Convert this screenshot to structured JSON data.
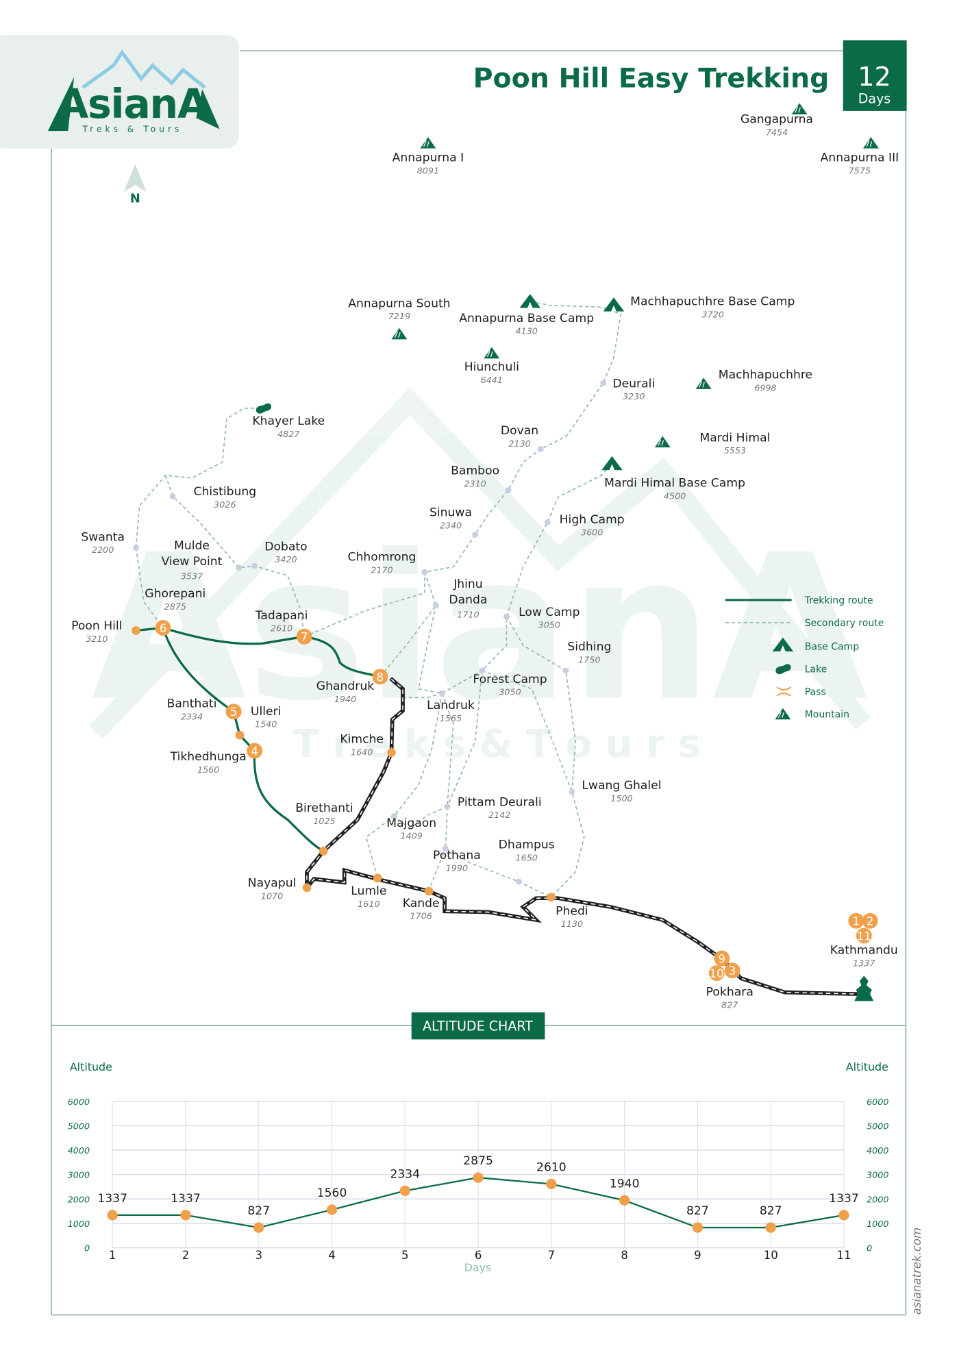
{
  "header": {
    "title": "Poon Hill Easy Trekking",
    "days_number": "12",
    "days_label": "Days"
  },
  "logo": {
    "brand": "AsianA",
    "tagline": "Treks & Tours"
  },
  "compass": {
    "label": "N"
  },
  "watermark": {
    "brand": "AsianA",
    "tagline": "T r e k s   &   T o u r s"
  },
  "colors": {
    "brand_green": "#0b6b46",
    "stop_orange": "#f0a04b",
    "road": "#222222",
    "mountain_blue": "#8ccbe4",
    "frame": "#9fbcb0"
  },
  "places": [
    {
      "name": "Gangapurna",
      "alt": "7454",
      "type": "mountain"
    },
    {
      "name": "Annapurna I",
      "alt": "8091",
      "type": "mountain"
    },
    {
      "name": "Annapurna III",
      "alt": "7575",
      "type": "mountain"
    },
    {
      "name": "Annapurna South",
      "alt": "7219",
      "type": "mountain"
    },
    {
      "name": "Annapurna Base Camp",
      "alt": "4130",
      "type": "basecamp"
    },
    {
      "name": "Machhapuchhre Base Camp",
      "alt": "3720",
      "type": "basecamp"
    },
    {
      "name": "Hiunchuli",
      "alt": "6441",
      "type": "mountain"
    },
    {
      "name": "Deurali",
      "alt": "3230",
      "type": "dot"
    },
    {
      "name": "Machhapuchhre",
      "alt": "6998",
      "type": "mountain"
    },
    {
      "name": "Khayer Lake",
      "alt": "4827",
      "type": "lake"
    },
    {
      "name": "Dovan",
      "alt": "2130",
      "type": "dot"
    },
    {
      "name": "Mardi Himal",
      "alt": "5553",
      "type": "mountain"
    },
    {
      "name": "Bamboo",
      "alt": "2310",
      "type": "dot"
    },
    {
      "name": "Mardi Himal Base Camp",
      "alt": "4500",
      "type": "basecamp"
    },
    {
      "name": "Chistibung",
      "alt": "3026",
      "type": "dot"
    },
    {
      "name": "Sinuwa",
      "alt": "2340",
      "type": "dot"
    },
    {
      "name": "High Camp",
      "alt": "3600",
      "type": "dot"
    },
    {
      "name": "Swanta",
      "alt": "2200",
      "type": "dot"
    },
    {
      "name": "Mulde View Point",
      "alt": "3537",
      "type": "dot"
    },
    {
      "name": "Dobato",
      "alt": "3420",
      "type": "dot"
    },
    {
      "name": "Chhomrong",
      "alt": "2170",
      "type": "dot"
    },
    {
      "name": "Jhinu Danda",
      "alt": "1710",
      "type": "dot"
    },
    {
      "name": "Ghorepani",
      "alt": "2875",
      "type": "stop",
      "day": "6"
    },
    {
      "name": "Low Camp",
      "alt": "3050",
      "type": "dot"
    },
    {
      "name": "Poon Hill",
      "alt": "3210",
      "type": "orange"
    },
    {
      "name": "Tadapani",
      "alt": "2610",
      "type": "stop",
      "day": "7"
    },
    {
      "name": "Sidhing",
      "alt": "1750",
      "type": "dot"
    },
    {
      "name": "Ghandruk",
      "alt": "1940",
      "type": "stop",
      "day": "8"
    },
    {
      "name": "Forest Camp",
      "alt": "3050",
      "type": "dot"
    },
    {
      "name": "Banthati",
      "alt": "2334",
      "type": "stop",
      "day": "5"
    },
    {
      "name": "Landruk",
      "alt": "1565",
      "type": "dot"
    },
    {
      "name": "Ulleri",
      "alt": "1540",
      "type": "orange"
    },
    {
      "name": "Kimche",
      "alt": "1640",
      "type": "orange"
    },
    {
      "name": "Tikhedhunga",
      "alt": "1560",
      "type": "stop",
      "day": "4"
    },
    {
      "name": "Lwang Ghalel",
      "alt": "1500",
      "type": "dot"
    },
    {
      "name": "Birethanti",
      "alt": "1025",
      "type": "orange"
    },
    {
      "name": "Pittam Deurali",
      "alt": "2142",
      "type": "dot"
    },
    {
      "name": "Majgaon",
      "alt": "1409",
      "type": "dot"
    },
    {
      "name": "Dhampus",
      "alt": "1650",
      "type": "dot"
    },
    {
      "name": "Pothana",
      "alt": "1990",
      "type": "dot"
    },
    {
      "name": "Nayapul",
      "alt": "1070",
      "type": "orange"
    },
    {
      "name": "Lumle",
      "alt": "1610",
      "type": "orange"
    },
    {
      "name": "Kande",
      "alt": "1706",
      "type": "orange"
    },
    {
      "name": "Phedi",
      "alt": "1130",
      "type": "orange"
    },
    {
      "name": "Kathmandu",
      "alt": "1337",
      "type": "city",
      "days": [
        "1",
        "2",
        "11"
      ]
    },
    {
      "name": "Pokhara",
      "alt": "827",
      "type": "city",
      "days": [
        "9",
        "10",
        "3"
      ]
    }
  ],
  "legend": [
    {
      "label": "Trekking route",
      "icon": "solid-line"
    },
    {
      "label": "Secondary route",
      "icon": "dashed-line"
    },
    {
      "label": "Base Camp",
      "icon": "tent-icon"
    },
    {
      "label": "Lake",
      "icon": "lake-icon"
    },
    {
      "label": "Pass",
      "icon": "pass-icon"
    },
    {
      "label": "Mountain",
      "icon": "mountain-icon"
    }
  ],
  "side_text": "asianatrek.com",
  "chart_data": {
    "type": "line",
    "title": "ALTITUDE CHART",
    "xlabel": "Days",
    "ylabel": "Altitude",
    "ylabel_right": "Altitude",
    "x": [
      1,
      2,
      3,
      4,
      5,
      6,
      7,
      8,
      9,
      10,
      11
    ],
    "values": [
      1337,
      1337,
      827,
      1560,
      2334,
      2875,
      2610,
      1940,
      827,
      827,
      1337
    ],
    "ylim": [
      0,
      6000
    ],
    "yticks": [
      0,
      1000,
      2000,
      3000,
      4000,
      5000,
      6000
    ],
    "grid": true,
    "line_color": "#0b6b46",
    "marker_color": "#f0a04b"
  }
}
